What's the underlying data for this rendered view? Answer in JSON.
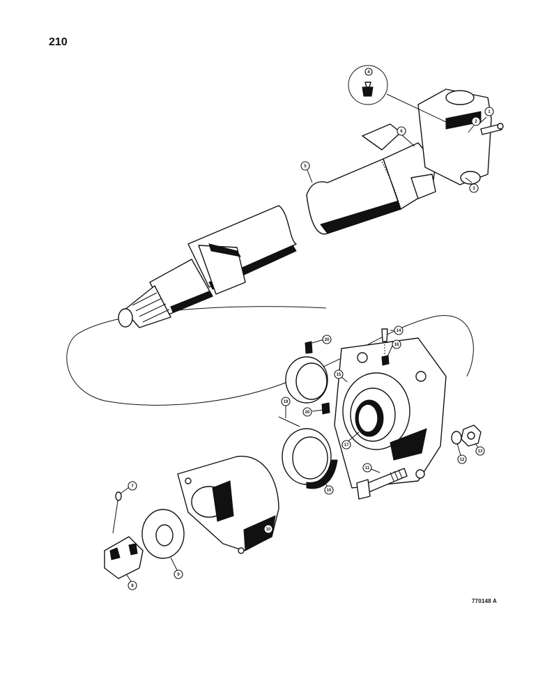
{
  "page": {
    "number": "210",
    "figure_code": "770148 A"
  },
  "callouts": [
    {
      "id": "1",
      "label": "1"
    },
    {
      "id": "2",
      "label": "2"
    },
    {
      "id": "3",
      "label": "3"
    },
    {
      "id": "4",
      "label": "4"
    },
    {
      "id": "5",
      "label": "5"
    },
    {
      "id": "6a",
      "label": "6"
    },
    {
      "id": "7",
      "label": "7"
    },
    {
      "id": "8",
      "label": "8"
    },
    {
      "id": "9",
      "label": "9"
    },
    {
      "id": "10a",
      "label": "10"
    },
    {
      "id": "10b",
      "label": "10"
    },
    {
      "id": "11",
      "label": "11"
    },
    {
      "id": "12",
      "label": "12"
    },
    {
      "id": "13",
      "label": "13"
    },
    {
      "id": "14",
      "label": "14"
    },
    {
      "id": "15",
      "label": "15"
    },
    {
      "id": "16",
      "label": "16"
    },
    {
      "id": "17",
      "label": "17"
    },
    {
      "id": "19",
      "label": "19"
    },
    {
      "id": "20a",
      "label": "20"
    },
    {
      "id": "20b",
      "label": "20"
    }
  ]
}
